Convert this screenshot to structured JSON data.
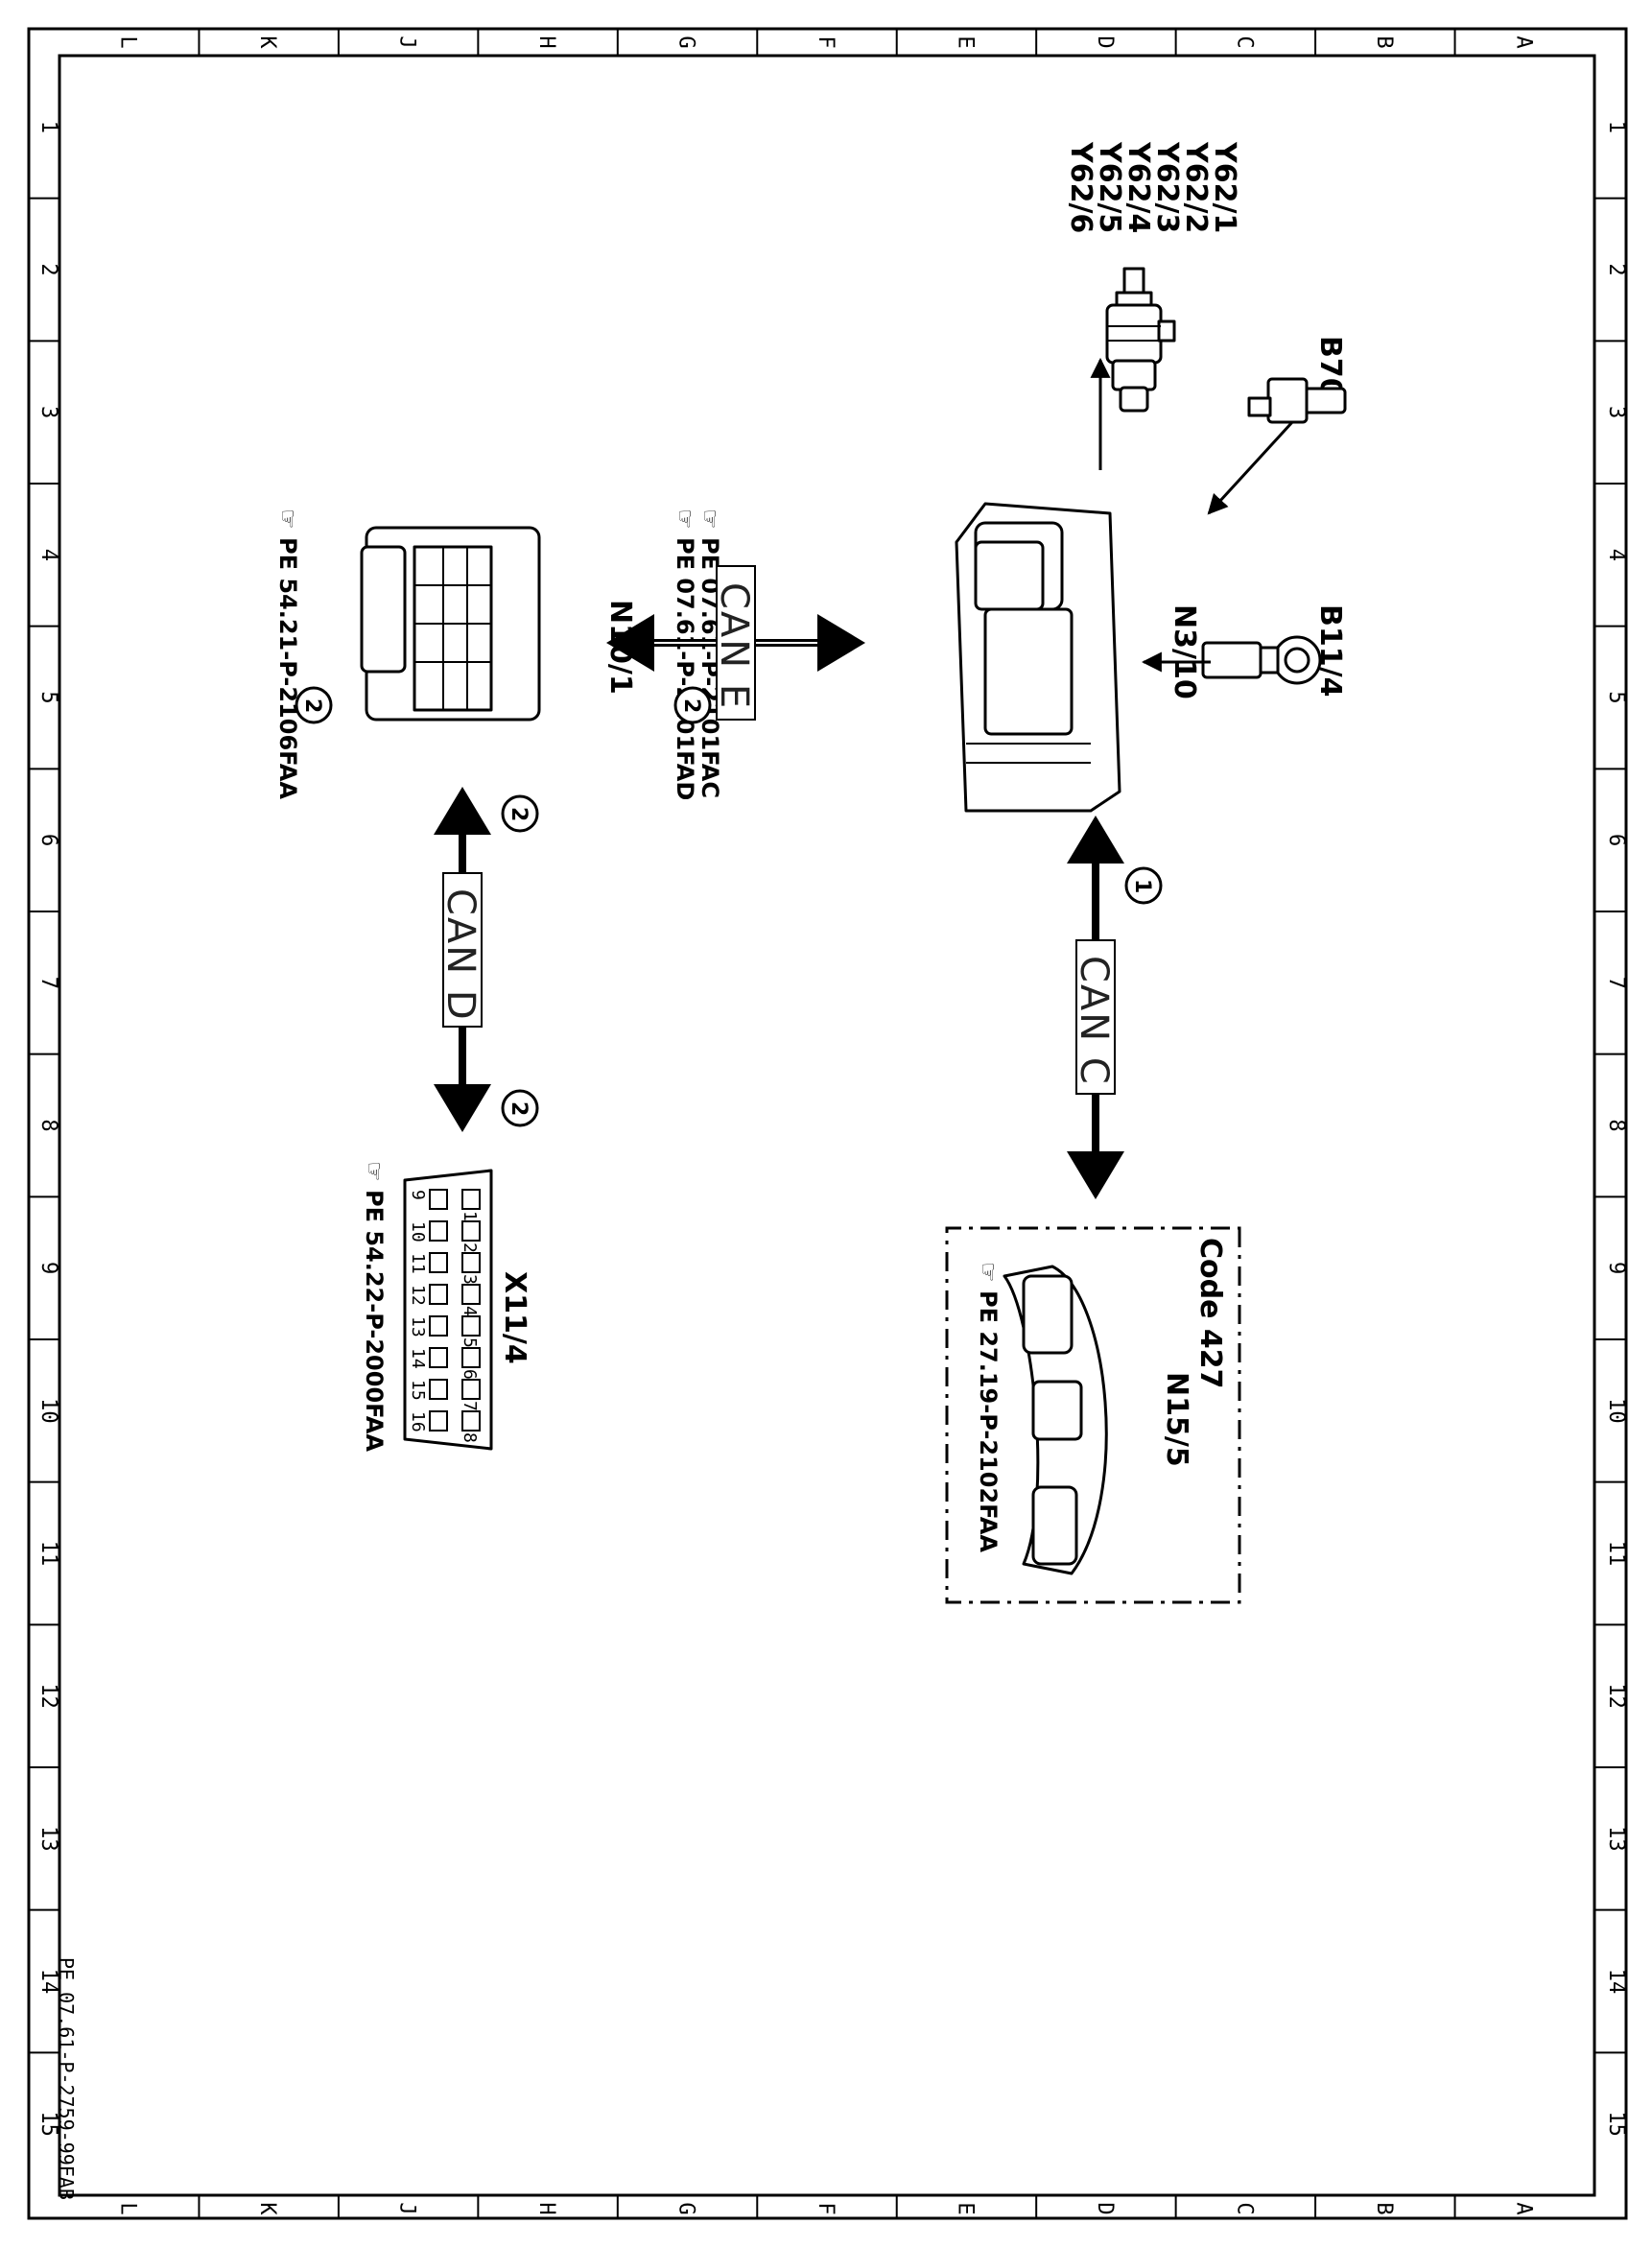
{
  "drawing": {
    "letters": [
      "L",
      "K",
      "J",
      "H",
      "G",
      "F",
      "E",
      "D",
      "C",
      "B",
      "A"
    ],
    "numbers": [
      "1",
      "2",
      "3",
      "4",
      "5",
      "6",
      "7",
      "8",
      "9",
      "10",
      "11",
      "12",
      "13",
      "14",
      "15"
    ],
    "document_number": "PE 07.61-P-2759-99FAB"
  },
  "components": {
    "y62": {
      "labels": [
        "Y62/1",
        "Y62/2",
        "Y62/3",
        "Y62/4",
        "Y62/5",
        "Y62/6"
      ],
      "icon": "fuel-injector-icon"
    },
    "b70": {
      "label": "B70",
      "icon": "sensor-icon"
    },
    "b11_4": {
      "label": "B11/4",
      "icon": "temperature-sensor-icon"
    },
    "n3_10": {
      "label": "N3/10",
      "icon": "engine-control-unit-icon",
      "refs": [
        "PE 07.61-P-2101FAC",
        "PE 07.61-P-2101FAD"
      ]
    },
    "n10_1": {
      "label": "N10/1",
      "icon": "sam-control-unit-icon",
      "refs": [
        "PE 54.21-P-2106FAA"
      ]
    },
    "x11_4": {
      "label": "X11/4",
      "icon": "diagnostic-connector-icon",
      "refs": [
        "PE 54.22-P-2000FAA"
      ],
      "pins_top": [
        "1",
        "2",
        "3",
        "4",
        "5",
        "6",
        "7",
        "8"
      ],
      "pins_bottom": [
        "9",
        "10",
        "11",
        "12",
        "13",
        "14",
        "15",
        "16"
      ]
    },
    "n15_5": {
      "label": "N15/5",
      "code": "Code 427",
      "icon": "selector-lever-module-icon",
      "refs": [
        "PE 27.19-P-2102FAA"
      ]
    }
  },
  "buses": {
    "can_c": {
      "label": "CAN C",
      "circle": "1"
    },
    "can_e": {
      "label": "CAN E",
      "circle": "2"
    },
    "can_d": {
      "label": "CAN D",
      "circles": [
        "2",
        "2"
      ]
    },
    "n10_circle": "2"
  },
  "colors": {
    "ink": "#000000",
    "paper": "#ffffff",
    "bus_label": "#222222"
  }
}
